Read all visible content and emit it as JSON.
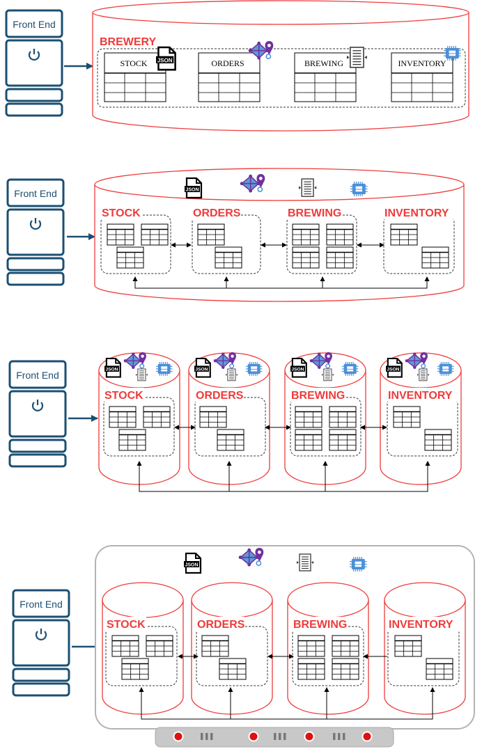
{
  "front_end_label": "Front End",
  "monolith": {
    "db_label": "BREWERY",
    "tables": [
      "STOCK",
      "ORDERS",
      "BREWING",
      "INVENTORY"
    ]
  },
  "domains": [
    "STOCK",
    "ORDERS",
    "BREWING",
    "INVENTORY"
  ],
  "json_icon_label": "JSON",
  "colors": {
    "frontend": "#1b4f72",
    "database": "#ee3b3b",
    "graph_node": "#5b9bd5",
    "graph_edge": "#7030a0",
    "chip": "#4a90d9",
    "server": "#c8c8c8",
    "led": "#dd1111"
  },
  "icons": [
    "json-file-icon",
    "graph-db-icon",
    "document-db-icon",
    "memory-chip-icon"
  ]
}
